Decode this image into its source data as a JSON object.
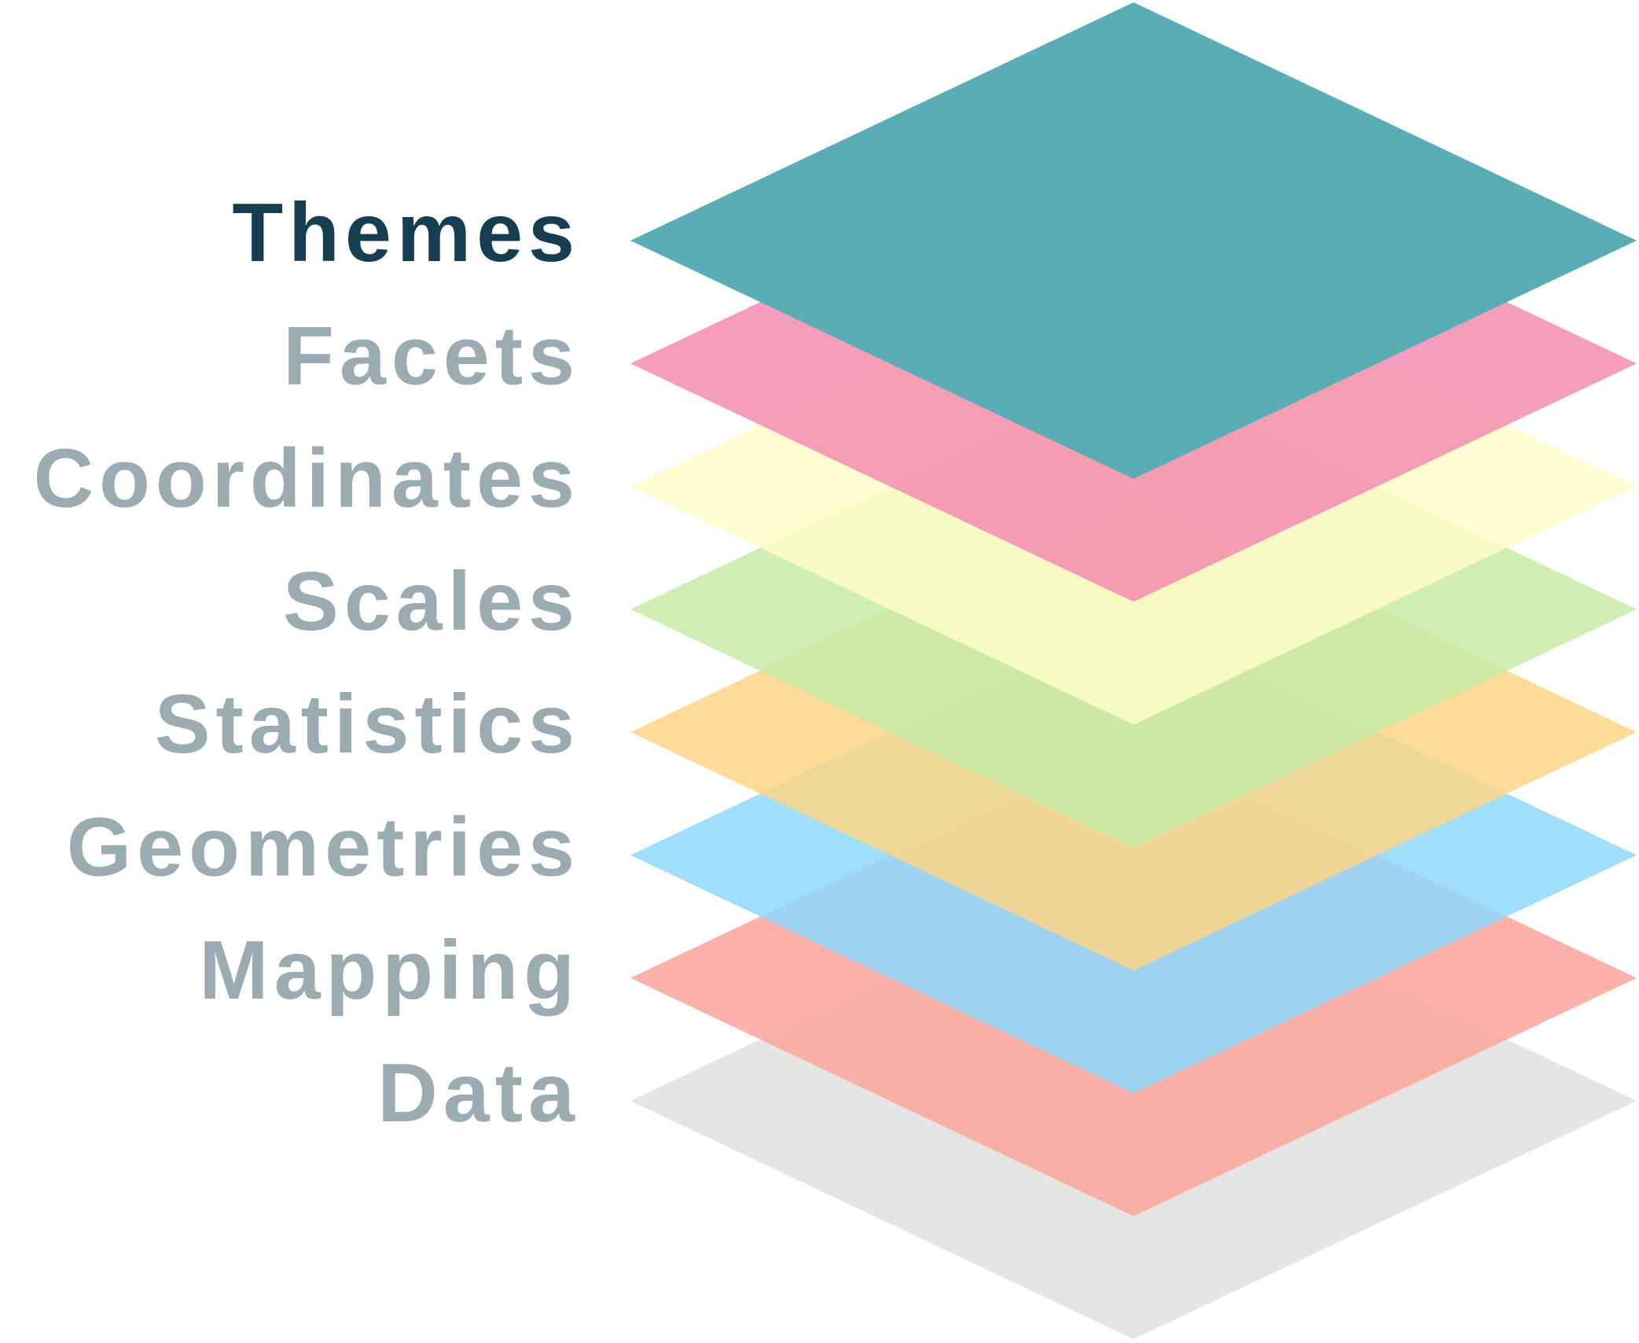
{
  "title": "Layered grammar of graphics",
  "layers": [
    {
      "name": "Themes",
      "color": "#58AEB4",
      "text_color": "#153E50",
      "highlighted": true
    },
    {
      "name": "Facets",
      "color": "#F58BB0",
      "text_color": "#9AABB2",
      "highlighted": false
    },
    {
      "name": "Coordinates",
      "color": "#FFFDC9",
      "text_color": "#9AABB2",
      "highlighted": false
    },
    {
      "name": "Scales",
      "color": "#C6EBA6",
      "text_color": "#9AABB2",
      "highlighted": false
    },
    {
      "name": "Statistics",
      "color": "#FDD686",
      "text_color": "#9AABB2",
      "highlighted": false
    },
    {
      "name": "Geometries",
      "color": "#8ED9FC",
      "text_color": "#9AABB2",
      "highlighted": false
    },
    {
      "name": "Mapping",
      "color": "#FDA39B",
      "text_color": "#9AABB2",
      "highlighted": false
    },
    {
      "name": "Data",
      "color": "#E0E2DF",
      "text_color": "#9AABB2",
      "highlighted": false
    }
  ]
}
